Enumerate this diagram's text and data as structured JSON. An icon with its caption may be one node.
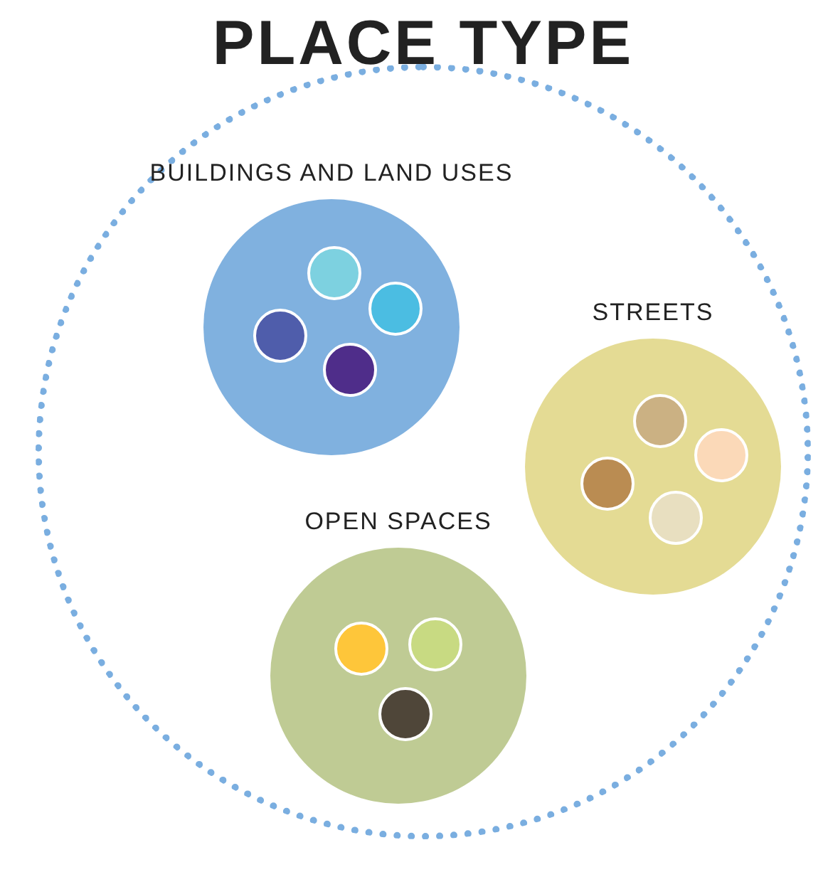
{
  "diagram": {
    "nodes": [
      {
        "text": [
          "PLACE TYPE"
        ]
      },
      {
        "text": [
          "BUILDINGS AND LAND USES"
        ],
        "in": 0
      },
      {
        "text": [],
        "shape": "circle",
        "in": 1
      },
      {
        "text": [],
        "shape": "circle",
        "in": 1
      },
      {
        "text": [],
        "shape": "circle",
        "in": 1
      },
      {
        "text": [],
        "shape": "circle",
        "in": 1
      },
      {
        "text": [
          "STREETS"
        ],
        "in": 0
      },
      {
        "text": [],
        "shape": "circle",
        "in": 6
      },
      {
        "text": [],
        "shape": "circle",
        "in": 6
      },
      {
        "text": [],
        "shape": "circle",
        "in": 6
      },
      {
        "text": [],
        "shape": "circle",
        "in": 6
      },
      {
        "text": [
          "OPEN SPACES"
        ],
        "in": 0
      },
      {
        "text": [],
        "shape": "circle",
        "in": 11
      },
      {
        "text": [],
        "shape": "circle",
        "in": 11
      },
      {
        "text": [],
        "shape": "circle",
        "in": 11
      }
    ]
  }
}
